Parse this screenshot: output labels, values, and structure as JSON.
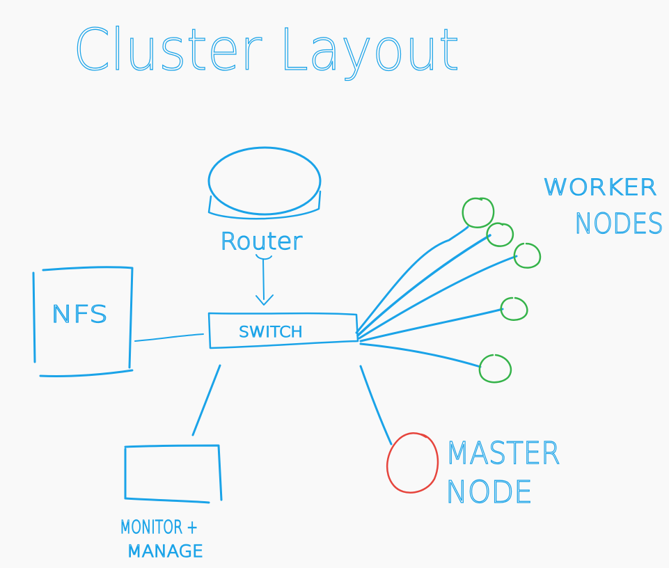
{
  "title": "Cluster Layout",
  "nodes": {
    "router": "Router",
    "switch": "SWITCH",
    "nfs": "NFS",
    "monitor_line1": "MONITOR +",
    "monitor_line2": "MANAGE",
    "workers_line1": "WORKER",
    "workers_line2": "NODES",
    "master_line1": "MASTER",
    "master_line2": "NODE"
  },
  "colors": {
    "ink": "#1aa3e8",
    "worker": "#35b34a",
    "master": "#e6453d",
    "paper": "#f9f9f9"
  }
}
